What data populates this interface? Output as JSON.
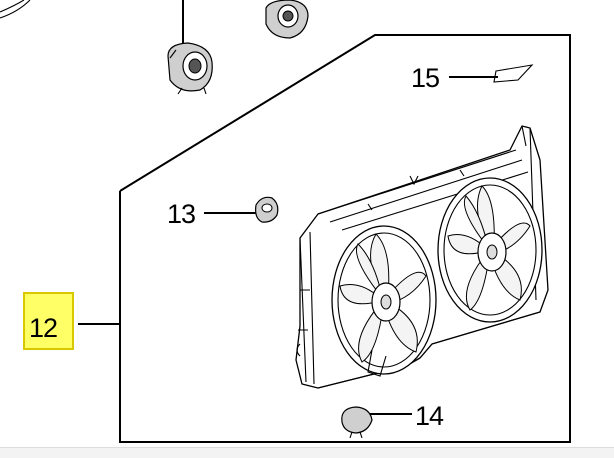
{
  "colors": {
    "highlight_fill": "#ffff66",
    "highlight_border": "#d9c700",
    "line": "#000000",
    "background": "#ffffff"
  },
  "callouts": {
    "c12": "12",
    "c13": "13",
    "c14": "14",
    "c15": "15"
  },
  "highlighted_callout": "12"
}
